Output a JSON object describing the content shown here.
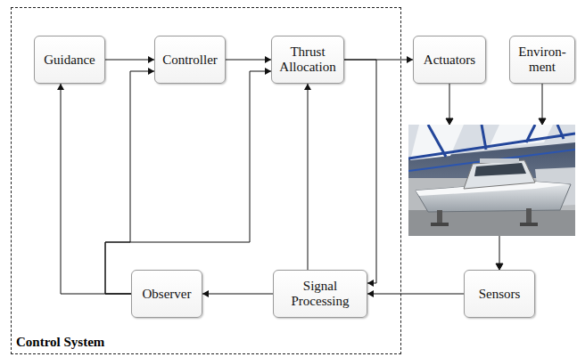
{
  "diagram": {
    "nodes": [
      {
        "text": [
          "Control System"
        ]
      },
      {
        "text": [
          "Guidance"
        ],
        "in": 0
      },
      {
        "text": [
          "Controller"
        ],
        "in": 0
      },
      {
        "text": [
          "Thrust Allocation"
        ],
        "in": 0
      },
      {
        "text": [
          "Actuators"
        ]
      },
      {
        "text": [
          "Environ- ment"
        ]
      },
      {
        "text": [
          "Observer"
        ],
        "in": 0
      },
      {
        "text": [
          "Signal Processing"
        ],
        "in": 0
      },
      {
        "text": [
          "Sensors"
        ]
      }
    ],
    "edges": [
      {
        "from": 1,
        "to": 2,
        "arrow": "to"
      },
      {
        "from": 2,
        "to": 3,
        "arrow": "to"
      },
      {
        "from": 3,
        "to": 4,
        "arrow": "to"
      },
      {
        "from": 3,
        "to": 7,
        "arrow": "to"
      },
      {
        "from": 8,
        "to": 7,
        "arrow": "to"
      },
      {
        "from": 7,
        "to": 6,
        "arrow": "to"
      },
      {
        "from": 7,
        "to": 3,
        "arrow": "to"
      },
      {
        "from": 6,
        "to": 1,
        "arrow": "to"
      },
      {
        "from": 6,
        "to": 2,
        "arrow": "to"
      },
      {
        "from": 6,
        "to": 3,
        "arrow": "to"
      }
    ]
  }
}
